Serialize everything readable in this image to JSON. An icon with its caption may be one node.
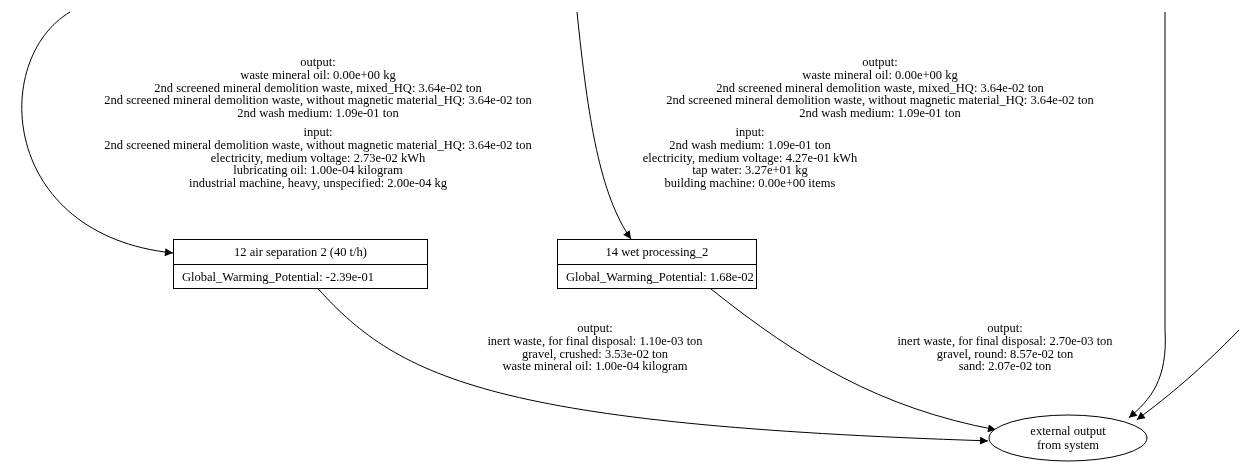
{
  "diagram": {
    "nodes": [
      {
        "text": [
          "12 air separation 2 (40 t/h)",
          "Global_Warming_Potential: -2.39e-01"
        ]
      },
      {
        "text": [
          "14 wet processing_2",
          "Global_Warming_Potential: 1.68e-02"
        ]
      },
      {
        "text": [
          "external output from system"
        ]
      }
    ],
    "edges": [
      {
        "from": null,
        "to": 0,
        "arrow": "to",
        "label": [
          [
            "output:",
            "waste mineral oil: 0.00e+00 kg",
            "2nd screened mineral demolition waste, mixed_HQ: 3.64e-02 ton",
            "2nd screened mineral demolition waste, without magnetic material_HQ: 3.64e-02 ton",
            "2nd wash medium: 1.09e-01 ton"
          ],
          [
            "input:",
            "2nd screened mineral demolition waste, without magnetic material_HQ: 3.64e-02 ton",
            "electricity, medium voltage: 2.73e-02 kWh",
            "lubricating oil: 1.00e-04 kilogram",
            "industrial machine, heavy, unspecified: 2.00e-04 kg"
          ]
        ]
      },
      {
        "from": null,
        "to": 1,
        "arrow": "to",
        "label": [
          [
            "output:",
            "waste mineral oil: 0.00e+00 kg",
            "2nd screened mineral demolition waste, mixed_HQ: 3.64e-02 ton",
            "2nd screened mineral demolition waste, without magnetic material_HQ: 3.64e-02 ton",
            "2nd wash medium: 1.09e-01 ton"
          ],
          [
            "input:",
            "2nd wash medium: 1.09e-01 ton",
            "electricity, medium voltage: 4.27e-01 kWh",
            "tap water: 3.27e+01 kg",
            "building machine: 0.00e+00 items"
          ]
        ]
      },
      {
        "from": 0,
        "to": 2,
        "arrow": "to",
        "label": [
          [
            "output:",
            "inert waste, for final disposal: 1.10e-03 ton",
            "gravel, crushed: 3.53e-02 ton",
            "waste mineral oil: 1.00e-04 kilogram"
          ]
        ]
      },
      {
        "from": 1,
        "to": 2,
        "arrow": "to",
        "label": [
          [
            "output:",
            "inert waste, for final disposal: 2.70e-03 ton",
            "gravel, round: 8.57e-02 ton",
            "sand: 2.07e-02 ton"
          ]
        ]
      },
      {
        "from": null,
        "to": 2,
        "arrow": "to"
      },
      {
        "from": null,
        "to": 2,
        "arrow": "to"
      }
    ]
  }
}
